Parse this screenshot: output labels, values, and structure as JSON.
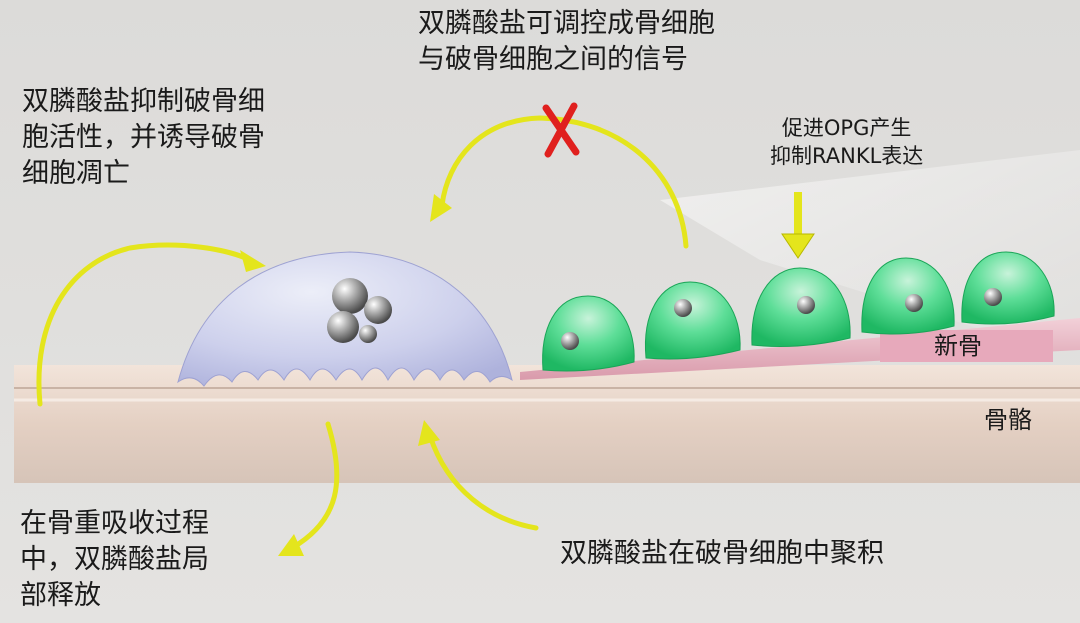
{
  "labels": {
    "signal": [
      "双膦酸盐可调控成骨细胞",
      "与破骨细胞之间的信号"
    ],
    "inhibit": [
      "双膦酸盐抑制破骨细",
      "胞活性，并诱导破骨",
      "细胞凋亡"
    ],
    "opg": [
      "促进OPG产生",
      "抑制RANKL表达"
    ],
    "new_bone": "新骨",
    "bone": "骨骼",
    "release": [
      "在骨重吸收过程",
      "中，双膦酸盐局",
      "部释放"
    ],
    "accumulate": "双膦酸盐在破骨细胞中聚积"
  },
  "colors": {
    "background": "#d9d8d6",
    "bone": "#e6d3c6",
    "new_bone": "#e5b5c2",
    "osteoclast": "#c9cbe8",
    "osteoblast": "#3bd17c",
    "arrow": "#e6e61a",
    "cross": "#e0201e"
  }
}
